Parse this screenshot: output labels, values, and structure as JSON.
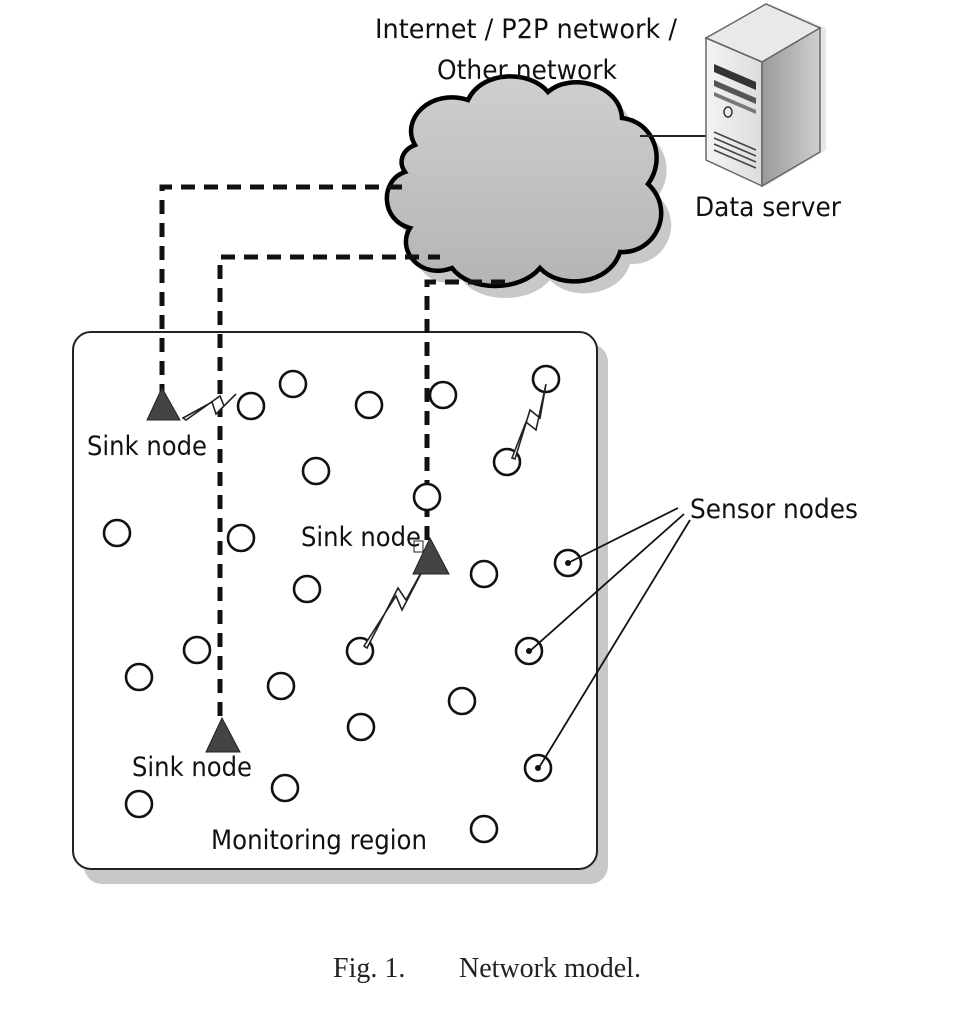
{
  "labels": {
    "network_line1": "Internet / P2P network /",
    "network_line2": "Other network",
    "data_server": "Data server",
    "sink_node_1": "Sink node",
    "sink_node_2": "Sink node",
    "sink_node_3": "Sink node",
    "sensor_nodes": "Sensor nodes",
    "monitoring_region": "Monitoring region"
  },
  "caption": {
    "fig": "Fig. 1.",
    "title": "Network model."
  }
}
